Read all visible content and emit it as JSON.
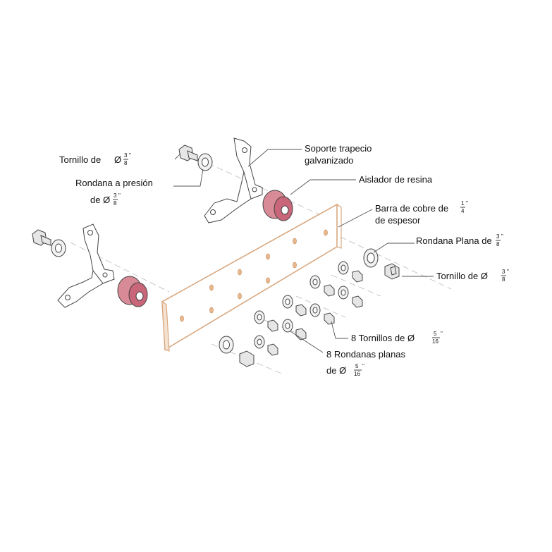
{
  "labels": {
    "tornillo_top": "Tornillo de",
    "tornillo_top_sym": "Ø",
    "tornillo_top_num": "3",
    "tornillo_top_den": "8",
    "tornillo_top_unit": "\"",
    "rondana_presion_1": "Rondana a presión",
    "rondana_presion_2": "de Ø",
    "rondana_presion_num": "3",
    "rondana_presion_den": "8",
    "rondana_presion_unit": "\"",
    "soporte_1": "Soporte trapecio",
    "soporte_2": "galvanizado",
    "aislador": "Aislador de resina",
    "barra_1": "Barra de cobre de",
    "barra_num": "1",
    "barra_den": "4",
    "barra_unit": "\"",
    "barra_2": "de espesor",
    "rondana_plana": "Rondana Plana  de",
    "rondana_plana_num": "3",
    "rondana_plana_den": "8",
    "rondana_plana_unit": "\"",
    "tornillo_right": "Tornillo de  Ø",
    "tornillo_right_num": "3",
    "tornillo_right_den": "8",
    "tornillo_right_unit": "\"",
    "ocho_tornillos": "8 Tornillos de  Ø",
    "ocho_tornillos_num": "5",
    "ocho_tornillos_den": "16",
    "ocho_tornillos_unit": "\"",
    "ocho_rondanas_1": "8 Rondanas planas",
    "ocho_rondanas_2": "de  Ø",
    "ocho_rondanas_num": "5",
    "ocho_rondanas_den": "16",
    "ocho_rondanas_unit": "\""
  },
  "colors": {
    "copper_bar": "#d9a982",
    "copper_holes": "#e8b98e",
    "insulator": "#d98a97",
    "insulator_dark": "#b5485b",
    "line": "#444444"
  }
}
